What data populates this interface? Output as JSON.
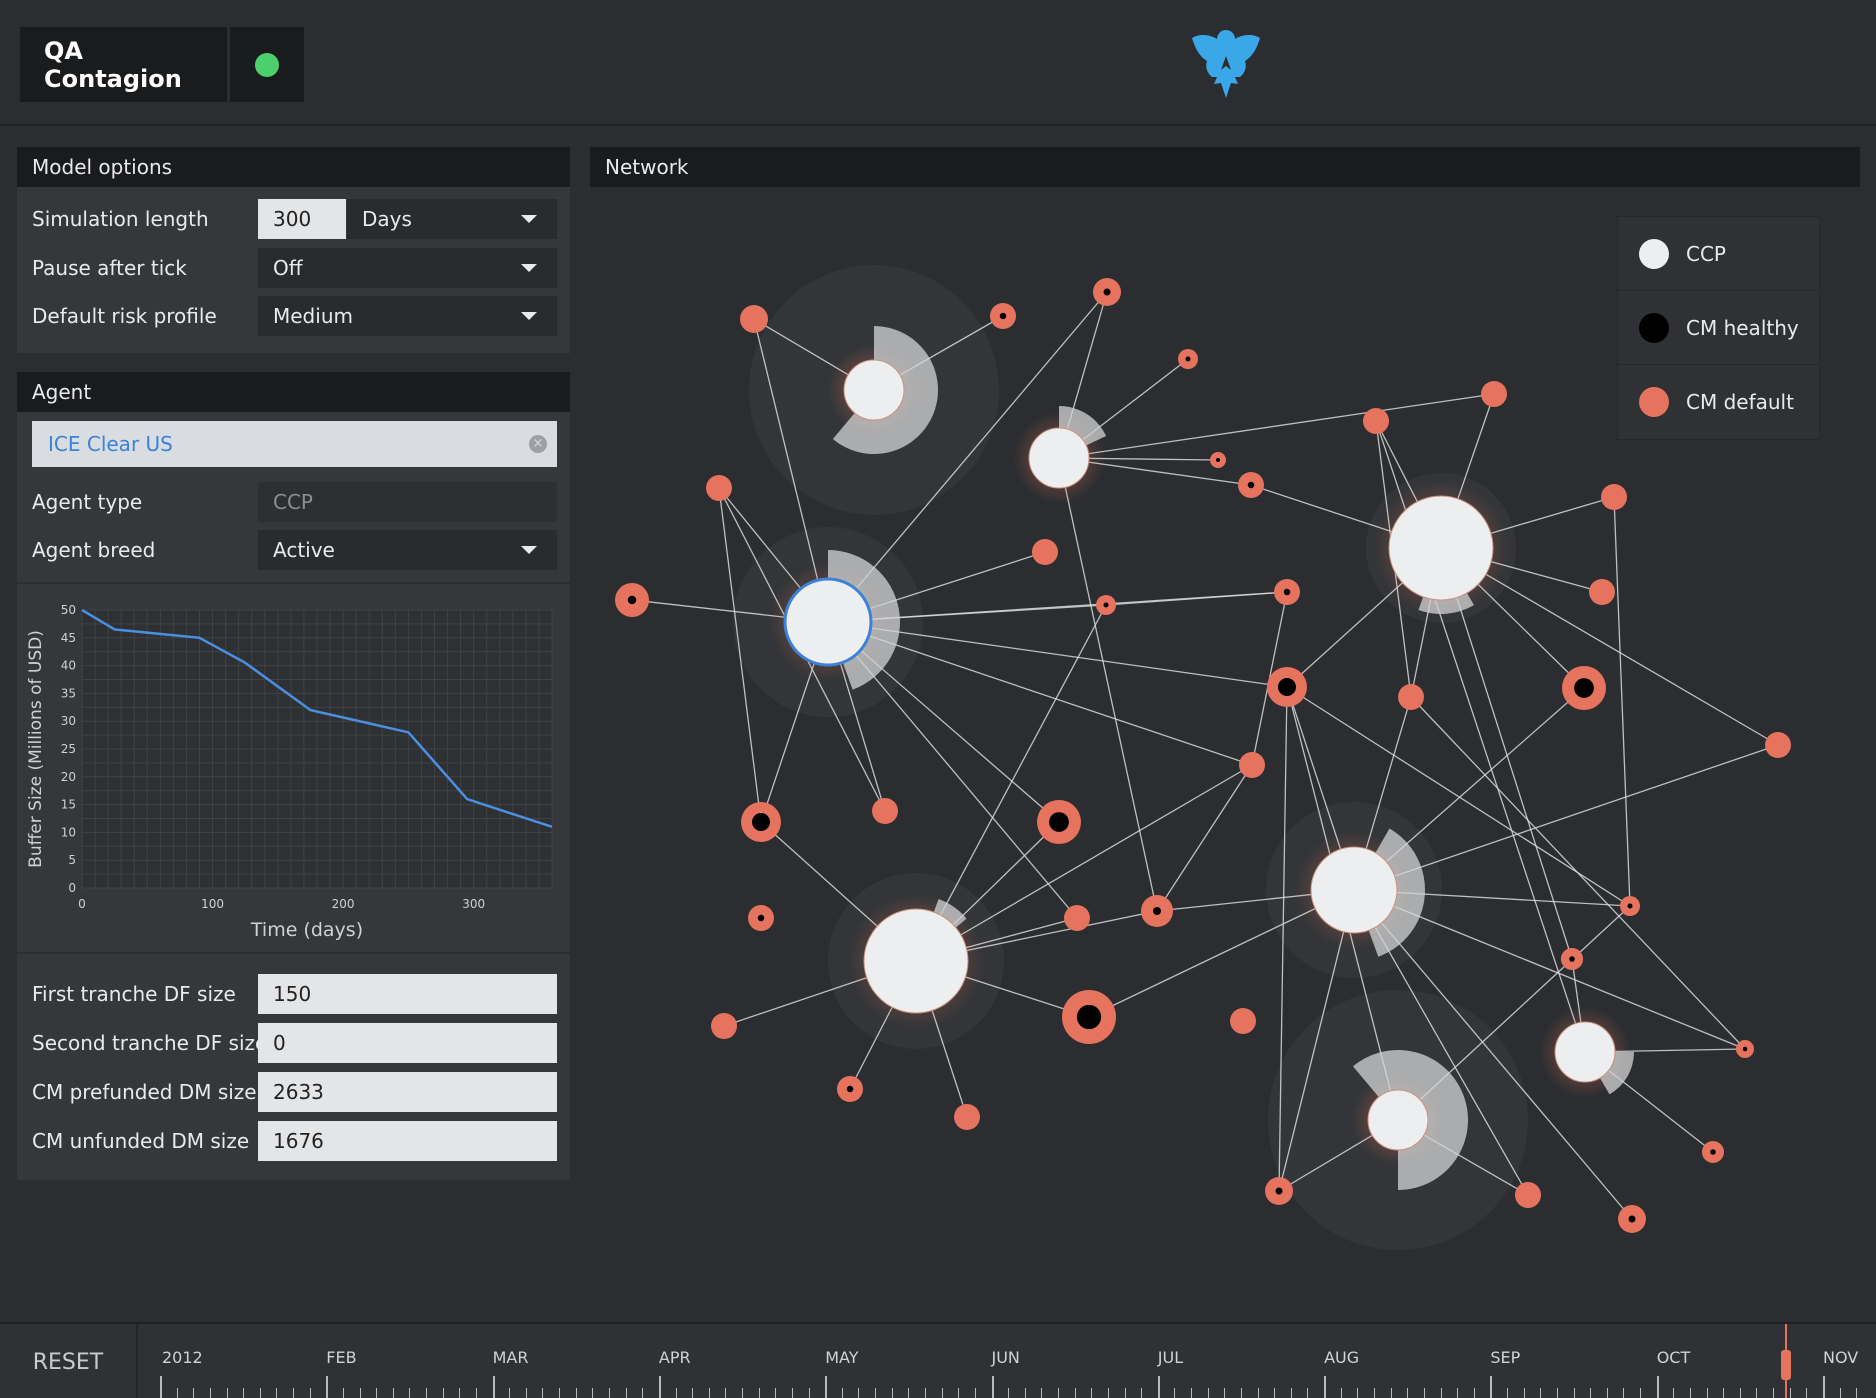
{
  "header": {
    "app_title": "QA Contagion",
    "status": "online",
    "status_color": "#4cd06b",
    "logo_icon": "eagle-logo-icon",
    "logo_color": "#3aa8e8"
  },
  "model_options": {
    "title": "Model options",
    "simulation_length_label": "Simulation length",
    "simulation_length_value": "300",
    "simulation_length_unit": "Days",
    "pause_after_tick_label": "Pause after tick",
    "pause_after_tick_value": "Off",
    "default_risk_profile_label": "Default risk profile",
    "default_risk_profile_value": "Medium"
  },
  "agent": {
    "title": "Agent",
    "search_value": "ICE Clear US",
    "agent_type_label": "Agent type",
    "agent_type_value": "CCP",
    "agent_breed_label": "Agent breed",
    "agent_breed_value": "Active"
  },
  "chart_data": {
    "type": "line",
    "xlabel": "Time (days)",
    "ylabel": "Buffer Size (Millions of USD)",
    "xlim": [
      0,
      360
    ],
    "ylim": [
      0,
      50
    ],
    "xticks": [
      "0",
      "100",
      "200",
      "300"
    ],
    "yticks": [
      "0",
      "5",
      "10",
      "15",
      "20",
      "25",
      "30",
      "35",
      "40",
      "45",
      "50"
    ],
    "grid": true,
    "line_color": "#4a90e2",
    "x": [
      0,
      25,
      90,
      125,
      175,
      250,
      295,
      360
    ],
    "y": [
      50,
      46.5,
      45,
      40.5,
      32,
      28,
      16,
      11
    ]
  },
  "df_fields": {
    "first_tranche_label": "First tranche DF size",
    "first_tranche_value": "150",
    "second_tranche_label": "Second tranche DF size",
    "second_tranche_value": "0",
    "cm_prefunded_label": "CM prefunded DM size",
    "cm_prefunded_value": "2633",
    "cm_unfunded_label": "CM unfunded DM size",
    "cm_unfunded_value": "1676"
  },
  "network": {
    "title": "Network",
    "legend": [
      {
        "label": "CCP",
        "color": "#eceef0"
      },
      {
        "label": "CM healthy",
        "color": "#000000"
      },
      {
        "label": "CM default",
        "color": "#e5735e"
      }
    ],
    "colors": {
      "ccp": "#eceef0",
      "healthy": "#000000",
      "default": "#e5735e",
      "edge": "#d8d9db"
    }
  },
  "timeline": {
    "reset_label": "RESET",
    "months": [
      "2012",
      "FEB",
      "MAR",
      "APR",
      "MAY",
      "JUN",
      "JUL",
      "AUG",
      "SEP",
      "OCT",
      "NOV"
    ]
  }
}
